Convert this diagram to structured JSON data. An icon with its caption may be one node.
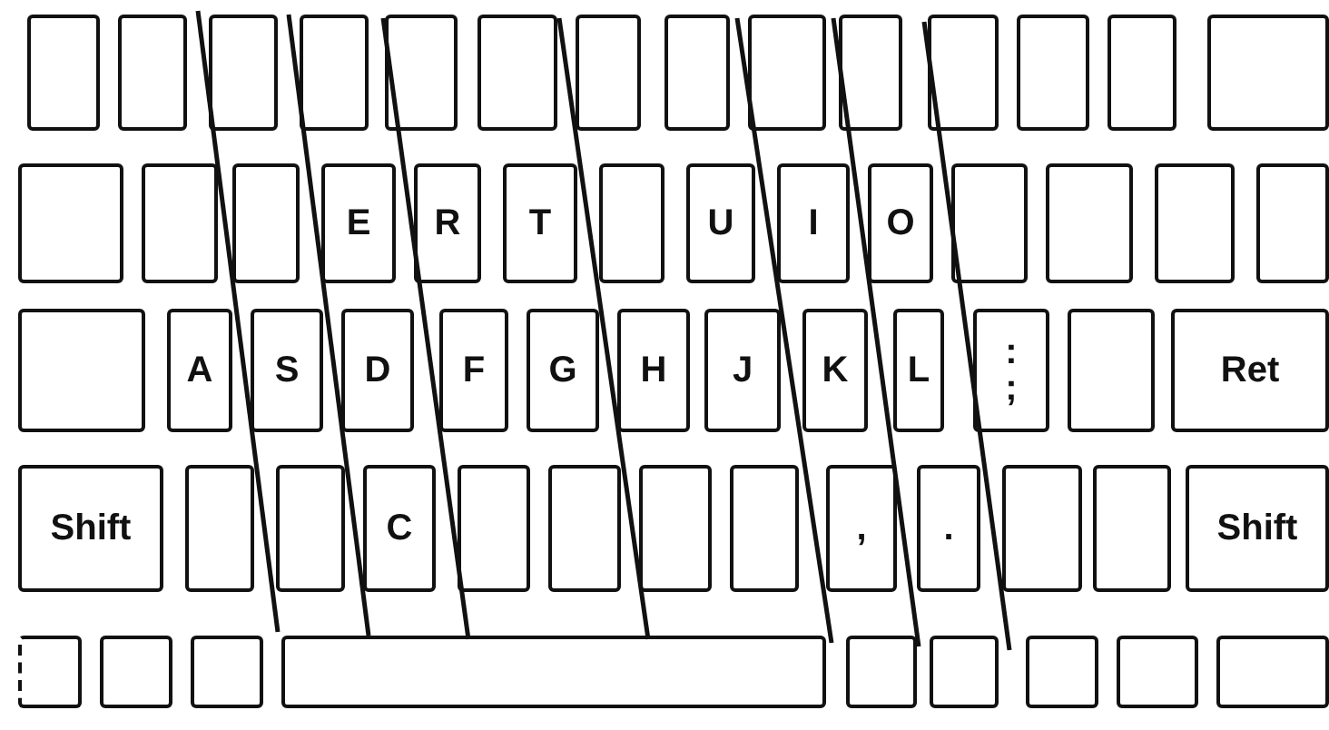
{
  "diagram": {
    "nodes": [
      {
        "text": [],
        "shape": "box"
      },
      {
        "text": [],
        "shape": "box"
      },
      {
        "text": [],
        "shape": "box"
      },
      {
        "text": [],
        "shape": "box"
      },
      {
        "text": [],
        "shape": "box"
      },
      {
        "text": [],
        "shape": "box"
      },
      {
        "text": [],
        "shape": "box"
      },
      {
        "text": [],
        "shape": "box"
      },
      {
        "text": [],
        "shape": "box"
      },
      {
        "text": [],
        "shape": "box"
      },
      {
        "text": [],
        "shape": "box"
      },
      {
        "text": [],
        "shape": "box"
      },
      {
        "text": [],
        "shape": "box"
      },
      {
        "text": [],
        "shape": "box"
      },
      {
        "text": [],
        "shape": "box"
      },
      {
        "text": [],
        "shape": "box"
      },
      {
        "text": [],
        "shape": "box"
      },
      {
        "text": [
          "E"
        ]
      },
      {
        "text": [
          "R"
        ]
      },
      {
        "text": [
          "T"
        ]
      },
      {
        "text": [],
        "shape": "box"
      },
      {
        "text": [
          "U"
        ]
      },
      {
        "text": [
          "I"
        ]
      },
      {
        "text": [
          "O"
        ]
      },
      {
        "text": [],
        "shape": "box"
      },
      {
        "text": [],
        "shape": "box"
      },
      {
        "text": [],
        "shape": "box"
      },
      {
        "text": [],
        "shape": "box"
      },
      {
        "text": [],
        "shape": "box"
      },
      {
        "text": [
          "A"
        ]
      },
      {
        "text": [
          "S"
        ]
      },
      {
        "text": [
          "D"
        ]
      },
      {
        "text": [
          "F"
        ]
      },
      {
        "text": [
          "G"
        ]
      },
      {
        "text": [
          "H"
        ]
      },
      {
        "text": [
          "J"
        ]
      },
      {
        "text": [
          "K"
        ]
      },
      {
        "text": [
          "L"
        ]
      },
      {
        "text": [
          ":",
          ";"
        ]
      },
      {
        "text": [],
        "shape": "box"
      },
      {
        "text": [
          "Ret"
        ]
      },
      {
        "text": [
          "Shift"
        ]
      },
      {
        "text": [],
        "shape": "box"
      },
      {
        "text": [],
        "shape": "box"
      },
      {
        "text": [
          "C"
        ]
      },
      {
        "text": [],
        "shape": "box"
      },
      {
        "text": [],
        "shape": "box"
      },
      {
        "text": [],
        "shape": "box"
      },
      {
        "text": [],
        "shape": "box"
      },
      {
        "text": [
          ","
        ]
      },
      {
        "text": [
          "."
        ]
      },
      {
        "text": [],
        "shape": "box"
      },
      {
        "text": [],
        "shape": "box"
      },
      {
        "text": [
          "Shift"
        ]
      },
      {
        "text": [],
        "shape": "box"
      },
      {
        "text": [],
        "shape": "box"
      },
      {
        "text": [],
        "shape": "box"
      },
      {
        "text": [],
        "shape": "box"
      },
      {
        "text": [],
        "shape": "box"
      },
      {
        "text": [],
        "shape": "box"
      },
      {
        "text": [],
        "shape": "box"
      },
      {
        "text": [],
        "shape": "box"
      },
      {
        "text": [],
        "shape": "box"
      }
    ]
  }
}
